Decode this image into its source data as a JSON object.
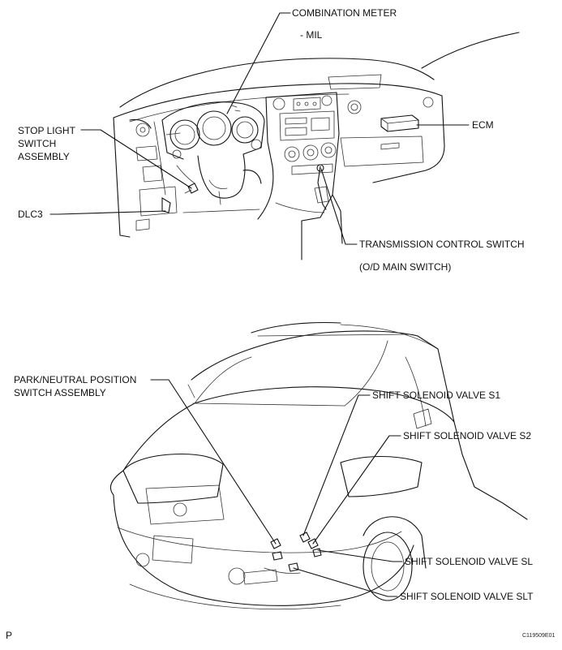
{
  "labels": {
    "combination_meter": "COMBINATION METER",
    "mil": "- MIL",
    "ecm": "ECM",
    "stop_light_line1": "STOP LIGHT",
    "stop_light_line2": "SWITCH",
    "stop_light_line3": "ASSEMBLY",
    "dlc3": "DLC3",
    "transmission_control_switch": "TRANSMISSION CONTROL SWITCH",
    "od_main_switch": "(O/D MAIN SWITCH)",
    "park_neutral_line1": "PARK/NEUTRAL POSITION",
    "park_neutral_line2": "SWITCH ASSEMBLY",
    "shift_s1": "SHIFT SOLENOID VALVE S1",
    "shift_s2": "SHIFT SOLENOID VALVE S2",
    "shift_sl": "SHIFT SOLENOID VALVE SL",
    "shift_slt": "SHIFT SOLENOID VALVE SLT"
  },
  "footer": {
    "corner_mark": "P",
    "figure_code": "C119509E01"
  }
}
